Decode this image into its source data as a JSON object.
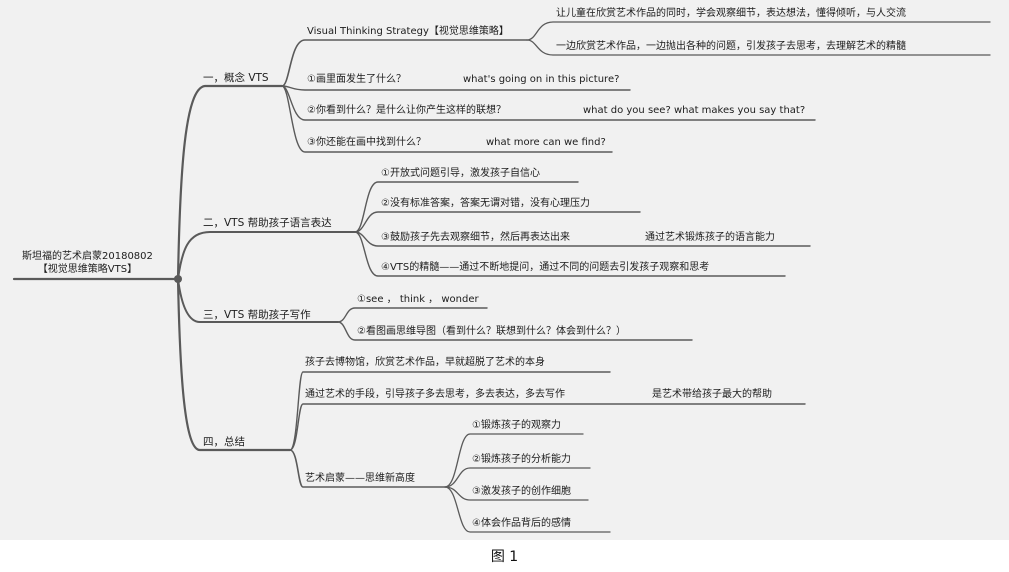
{
  "root": {
    "line1": "斯坦福的艺术启蒙20180802",
    "line2": "【视觉思维策略VTS】"
  },
  "branches": {
    "concept": {
      "label": "一，概念 VTS",
      "strategy": "Visual Thinking Strategy【视觉思维策略】",
      "strategy_children": [
        "让儿童在欣赏艺术作品的同时，学会观察细节，表达想法，懂得倾听，与人交流",
        "一边欣赏艺术作品，一边抛出各种的问题，引发孩子去思考，去理解艺术的精髓"
      ],
      "questions": [
        {
          "cn": "①画里面发生了什么？",
          "en": "what's going on in this picture?"
        },
        {
          "cn": "②你看到什么？是什么让你产生这样的联想？",
          "en": "what do you see? what makes you say that?"
        },
        {
          "cn": "③你还能在画中找到什么？",
          "en": "what more can we find?"
        }
      ]
    },
    "language": {
      "label": "二，VTS 帮助孩子语言表达",
      "items": [
        "①开放式问题引导，激发孩子自信心",
        "②没有标准答案，答案无谓对错，没有心理压力",
        "③鼓励孩子先去观察细节，然后再表达出来",
        "④VTS的精髓——通过不断地提问，通过不同的问题去引发孩子观察和思考"
      ],
      "item3_extra": "通过艺术锻炼孩子的语言能力"
    },
    "writing": {
      "label": "三，VTS 帮助孩子写作",
      "items": [
        "①see ， think ， wonder",
        "②看图画思维导图（看到什么？联想到什么？体会到什么？）"
      ]
    },
    "summary": {
      "label": "四，总结",
      "items": [
        "孩子去博物馆，欣赏艺术作品，早就超脱了艺术的本身",
        "通过艺术的手段，引导孩子多去思考，多去表达，多去写作"
      ],
      "item2_extra": "是艺术带给孩子最大的帮助",
      "enlight": "艺术启蒙——思维新高度",
      "enlight_children": [
        "①锻炼孩子的观察力",
        "②锻炼孩子的分析能力",
        "③激发孩子的创作细胞",
        "④体会作品背后的感情"
      ]
    }
  },
  "caption": "图 1"
}
